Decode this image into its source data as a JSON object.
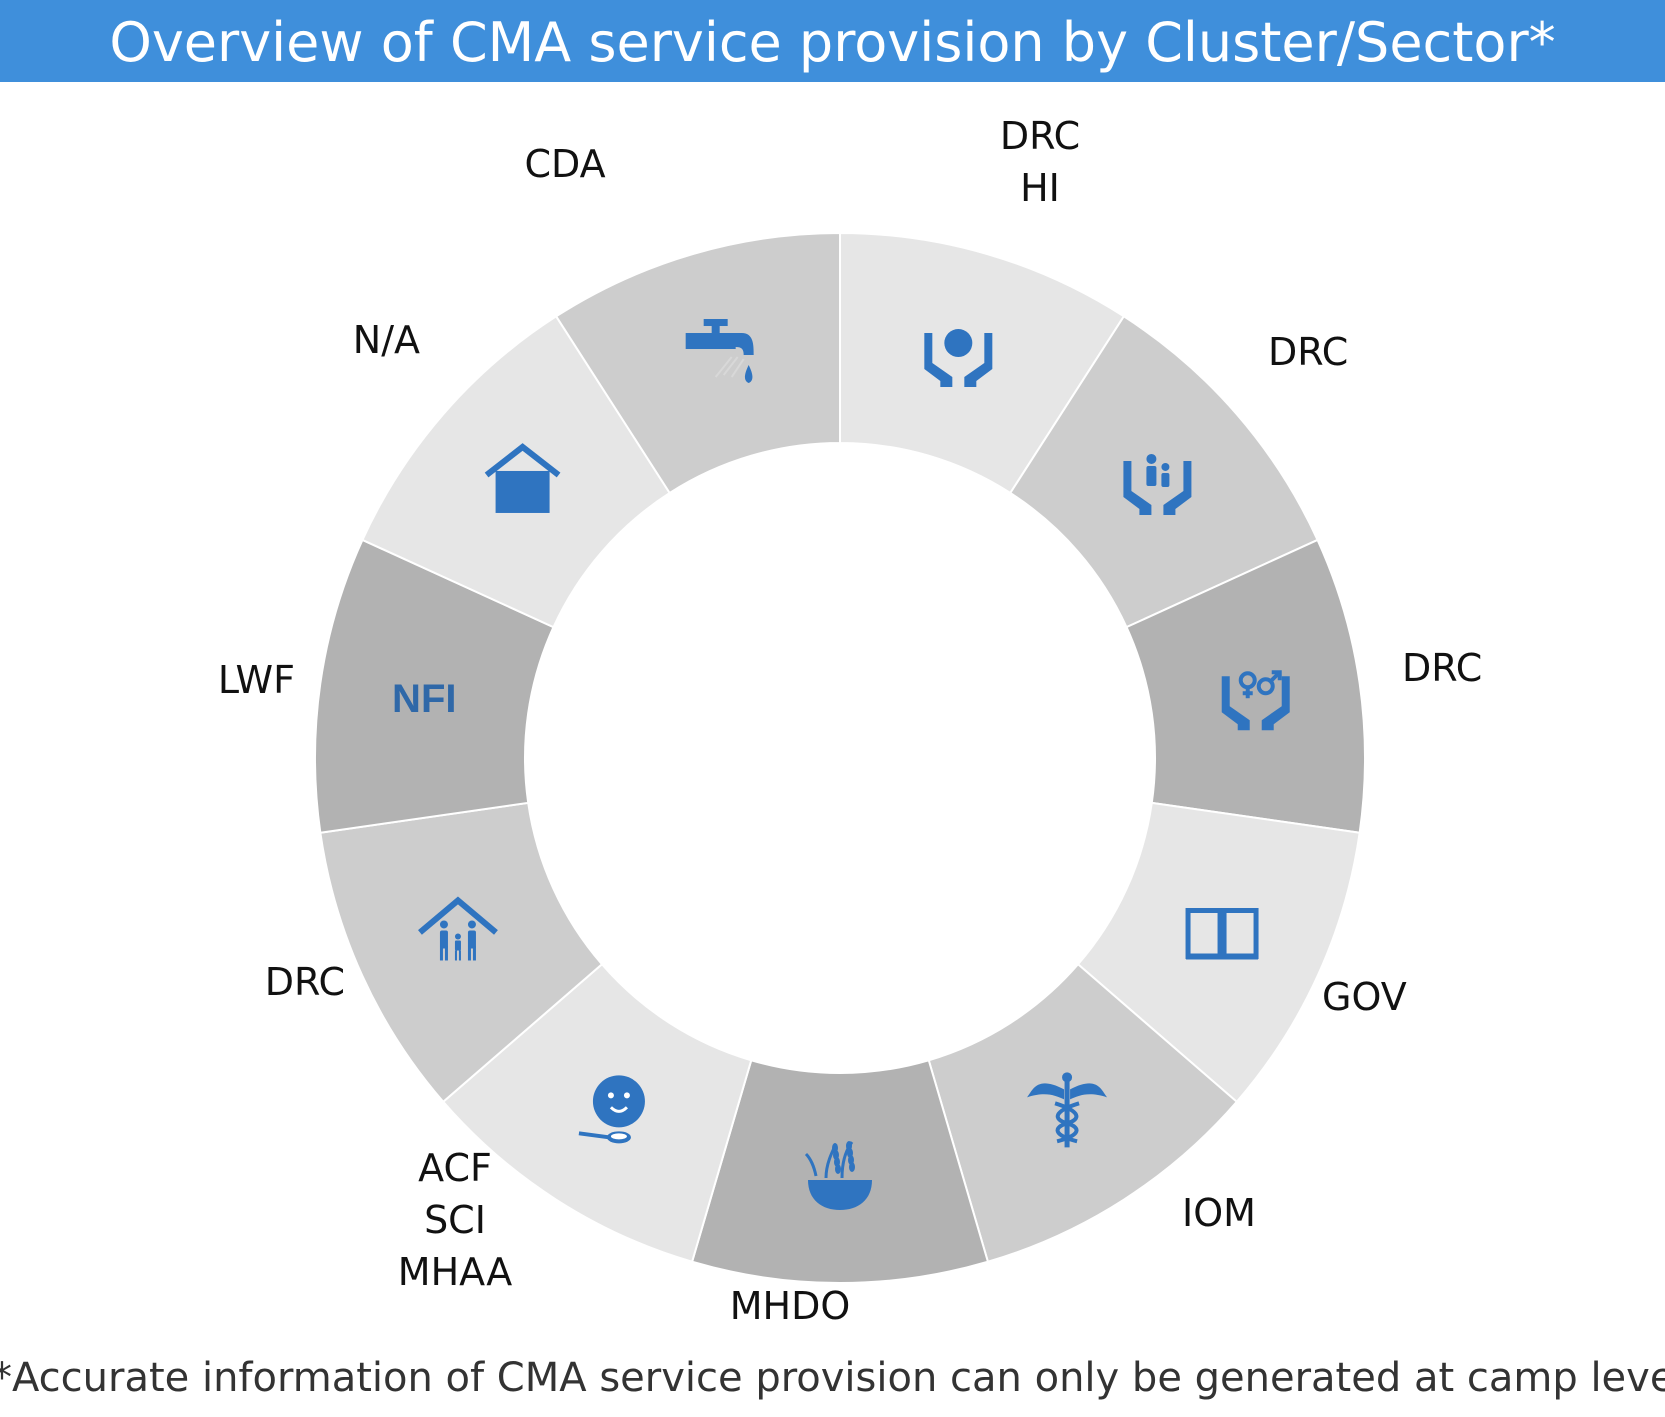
{
  "title": "Overview of CMA service provision by Cluster/Sector*",
  "footnote": "*Accurate information of CMA service provision can only be generated at camp level.",
  "colors": {
    "header": "#3f8fdb",
    "icon": "#2f74c0",
    "light": "#e6e6e6",
    "medium": "#cdcdcd",
    "dark": "#b2b2b2"
  },
  "segments": [
    {
      "icon": "protection-hands-icon",
      "shade": "light",
      "labels": [
        "DRC",
        "HI"
      ]
    },
    {
      "icon": "child-protection-icon",
      "shade": "medium",
      "labels": [
        "DRC"
      ]
    },
    {
      "icon": "gender-based-violence-icon",
      "shade": "dark",
      "labels": [
        "DRC"
      ]
    },
    {
      "icon": "education-book-icon",
      "shade": "light",
      "labels": [
        "GOV"
      ]
    },
    {
      "icon": "health-caduceus-icon",
      "shade": "medium",
      "labels": [
        "IOM"
      ]
    },
    {
      "icon": "food-security-bowl-icon",
      "shade": "dark",
      "labels": [
        "MHDO"
      ]
    },
    {
      "icon": "nutrition-child-icon",
      "shade": "light",
      "labels": [
        "ACF",
        "SCI",
        "MHAA"
      ]
    },
    {
      "icon": "shelter-family-icon",
      "shade": "medium",
      "labels": [
        "DRC"
      ]
    },
    {
      "icon": "nfi-text-icon",
      "icon_text": "NFI",
      "shade": "dark",
      "labels": [
        "LWF"
      ]
    },
    {
      "icon": "camp-management-house-icon",
      "shade": "light",
      "labels": [
        "N/A"
      ]
    },
    {
      "icon": "wash-tap-icon",
      "shade": "medium",
      "labels": [
        "CDA"
      ]
    }
  ]
}
